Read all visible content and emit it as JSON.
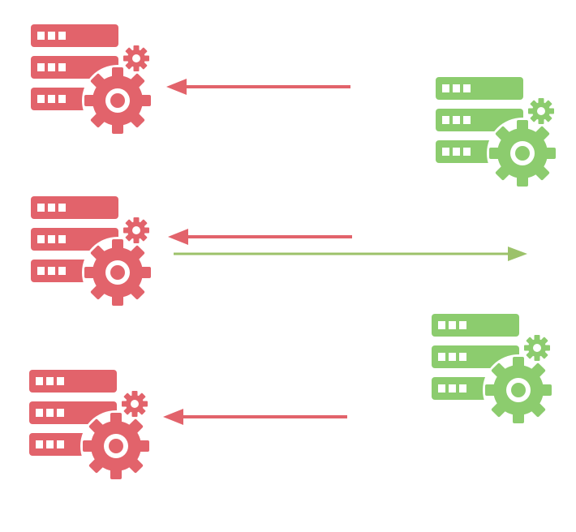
{
  "colors": {
    "background": "#ffffff",
    "red_server": "#e2636b",
    "green_server": "#8ccc6e",
    "red_arrow": "#e2636b",
    "green_arrow": "#9cc26a",
    "light": "#ffffff"
  },
  "icons": {
    "red_servers": [
      {
        "name": "server-gear-icon-red-1",
        "icon": "server-with-gear"
      },
      {
        "name": "server-gear-icon-red-2",
        "icon": "server-with-gear"
      },
      {
        "name": "server-gear-icon-red-3",
        "icon": "server-with-gear"
      }
    ],
    "green_servers": [
      {
        "name": "server-gear-icon-green-1",
        "icon": "server-with-gear"
      },
      {
        "name": "server-gear-icon-green-2",
        "icon": "server-with-gear"
      }
    ]
  },
  "arrows": [
    {
      "name": "arrow-red-1",
      "direction": "left",
      "color": "red"
    },
    {
      "name": "arrow-red-2",
      "direction": "left",
      "color": "red"
    },
    {
      "name": "arrow-green-1",
      "direction": "right",
      "color": "green"
    },
    {
      "name": "arrow-red-3",
      "direction": "left",
      "color": "red"
    }
  ]
}
